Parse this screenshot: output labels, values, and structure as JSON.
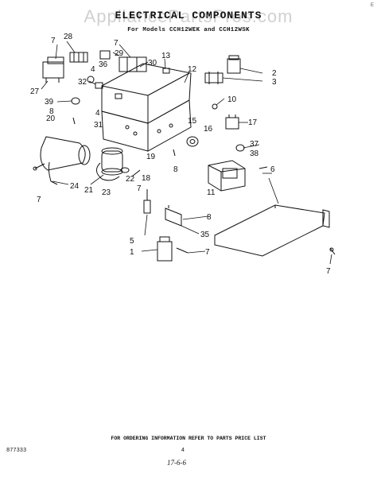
{
  "header": {
    "watermark": "AppliancePartsPros.com",
    "title": "ELECTRICAL COMPONENTS",
    "models": "For Models CCH12WEK and CCH12WSK",
    "corner_mark": "E"
  },
  "callouts": [
    "7",
    "28",
    "7",
    "29",
    "30",
    "13",
    "12",
    "2",
    "3",
    "4",
    "36",
    "27",
    "32",
    "39",
    "8",
    "20",
    "4",
    "31",
    "10",
    "15",
    "16",
    "17",
    "37",
    "38",
    "6",
    "19",
    "8",
    "18",
    "22",
    "7",
    "21",
    "23",
    "24",
    "7",
    "11",
    "8",
    "35",
    "5",
    "1",
    "7",
    "7"
  ],
  "footer": {
    "ordering_note": "FOR ORDERING INFORMATION REFER TO PARTS PRICE LIST",
    "doc_code": "877333",
    "page_number": "4",
    "handwritten_date": "17-6-6"
  }
}
